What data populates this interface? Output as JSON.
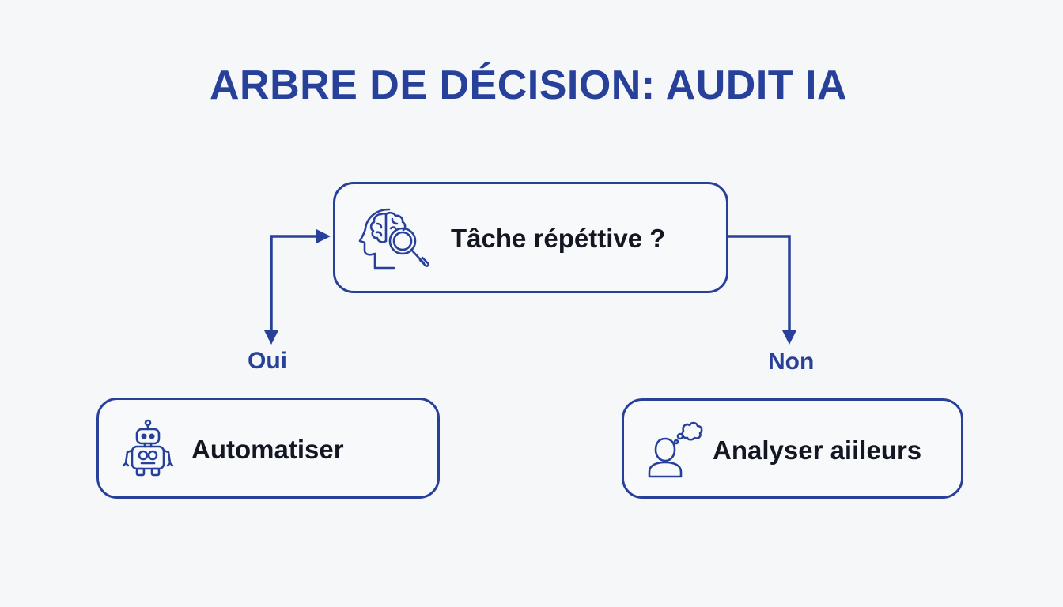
{
  "title": "ARBRE DE DÉCISION: AUDIT IA",
  "colors": {
    "accent": "#27409a",
    "text": "#121722",
    "background": "#f6f7f9"
  },
  "nodes": {
    "question": {
      "label": "Tâche répéttive ?",
      "icon": "brain-head-magnifier-icon"
    },
    "yes": {
      "label": "Automatiser",
      "icon": "robot-icon"
    },
    "no": {
      "label": "Analyser aiileurs",
      "icon": "person-thought-bubble-icon"
    }
  },
  "branches": {
    "yes_label": "Oui",
    "no_label": "Non"
  }
}
